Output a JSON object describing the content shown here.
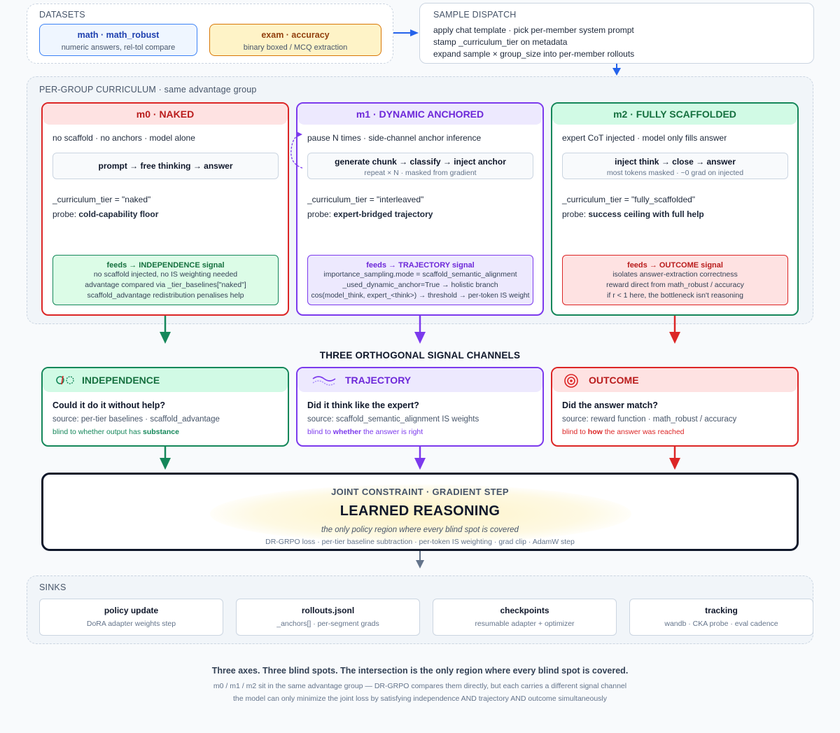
{
  "datasets": {
    "label": "DATASETS",
    "math": {
      "title": "math · math_robust",
      "sub": "numeric answers, rel-tol compare"
    },
    "exam": {
      "title": "exam · accuracy",
      "sub": "binary boxed / MCQ extraction"
    }
  },
  "dispatch": {
    "label": "SAMPLE DISPATCH",
    "lines": [
      "apply chat template · pick per-member system prompt",
      "stamp _curriculum_tier on metadata",
      "expand sample × group_size into per-member rollouts"
    ]
  },
  "curriculum": {
    "label": "PER-GROUP CURRICULUM · same advantage group",
    "m0": {
      "title": "m0 · NAKED",
      "desc": "no scaffold · no anchors · model alone",
      "pill_main": "prompt → free thinking → answer",
      "tier": "_curriculum_tier = \"naked\"",
      "probe_label": "probe:",
      "probe_value": "cold-capability floor",
      "feed_title": "feeds → INDEPENDENCE signal",
      "feed_lines": [
        "no scaffold injected, no IS weighting needed",
        "advantage compared via _tier_baselines[\"naked\"]",
        "scaffold_advantage redistribution penalises help"
      ]
    },
    "m1": {
      "title": "m1 · DYNAMIC ANCHORED",
      "desc": "pause N times · side-channel anchor inference",
      "pill_main": "generate chunk → classify → inject anchor",
      "pill_sub": "repeat × N · masked from gradient",
      "tier": "_curriculum_tier = \"interleaved\"",
      "probe_label": "probe:",
      "probe_value": "expert-bridged trajectory",
      "feed_title": "feeds → TRAJECTORY signal",
      "feed_lines": [
        "importance_sampling.mode = scaffold_semantic_alignment",
        "_used_dynamic_anchor=True → holistic branch",
        "cos(model_think, expert_<think>) → threshold → per-token IS weight"
      ]
    },
    "m2": {
      "title": "m2 · FULLY SCAFFOLDED",
      "desc": "expert CoT injected · model only fills answer",
      "pill_main": "inject think → close → answer",
      "pill_sub": "most tokens masked · ~0 grad on injected",
      "tier": "_curriculum_tier = \"fully_scaffolded\"",
      "probe_label": "probe:",
      "probe_value": "success ceiling with full help",
      "feed_title": "feeds → OUTCOME signal",
      "feed_lines": [
        "isolates answer-extraction correctness",
        "reward direct from math_robust / accuracy",
        "if r < 1 here, the bottleneck isn't reasoning"
      ]
    }
  },
  "channels": {
    "title": "THREE ORTHOGONAL SIGNAL CHANNELS",
    "independence": {
      "title": "INDEPENDENCE",
      "question": "Could it do it without help?",
      "source": "source: per-tier baselines · scaffold_advantage",
      "blind_pre": "blind to whether output has ",
      "blind_bold": "substance",
      "blind_post": ""
    },
    "trajectory": {
      "title": "TRAJECTORY",
      "question": "Did it think like the expert?",
      "source": "source: scaffold_semantic_alignment IS weights",
      "blind_pre": "blind to ",
      "blind_bold": "whether",
      "blind_post": " the answer is right"
    },
    "outcome": {
      "title": "OUTCOME",
      "question": "Did the answer match?",
      "source": "source: reward function · math_robust / accuracy",
      "blind_pre": "blind to ",
      "blind_bold": "how",
      "blind_post": " the answer was reached"
    }
  },
  "joint": {
    "label": "JOINT CONSTRAINT · GRADIENT STEP",
    "title": "LEARNED REASONING",
    "italic": "the only policy region where every blind spot is covered",
    "details": "DR-GRPO loss · per-tier baseline subtraction · per-token IS weighting · grad clip · AdamW step"
  },
  "sinks": {
    "label": "SINKS",
    "items": [
      {
        "title": "policy update",
        "sub": "DoRA adapter weights step"
      },
      {
        "title": "rollouts.jsonl",
        "sub": "_anchors[] · per-segment grads"
      },
      {
        "title": "checkpoints",
        "sub": "resumable adapter + optimizer"
      },
      {
        "title": "tracking",
        "sub": "wandb · CKA probe · eval cadence"
      }
    ]
  },
  "footer": {
    "headline": "Three axes. Three blind spots. The intersection is the only region where every blind spot is covered.",
    "line1": "m0 / m1 / m2 sit in the same advantage group — DR-GRPO compares them directly, but each carries a different signal channel",
    "line2": "the model can only minimize the joint loss by satisfying independence AND trajectory AND outcome simultaneously"
  },
  "colors": {
    "green": "#15875a",
    "purple": "#7c3aed",
    "red": "#dc2626",
    "blue": "#2563eb",
    "slate": "#64748b"
  }
}
